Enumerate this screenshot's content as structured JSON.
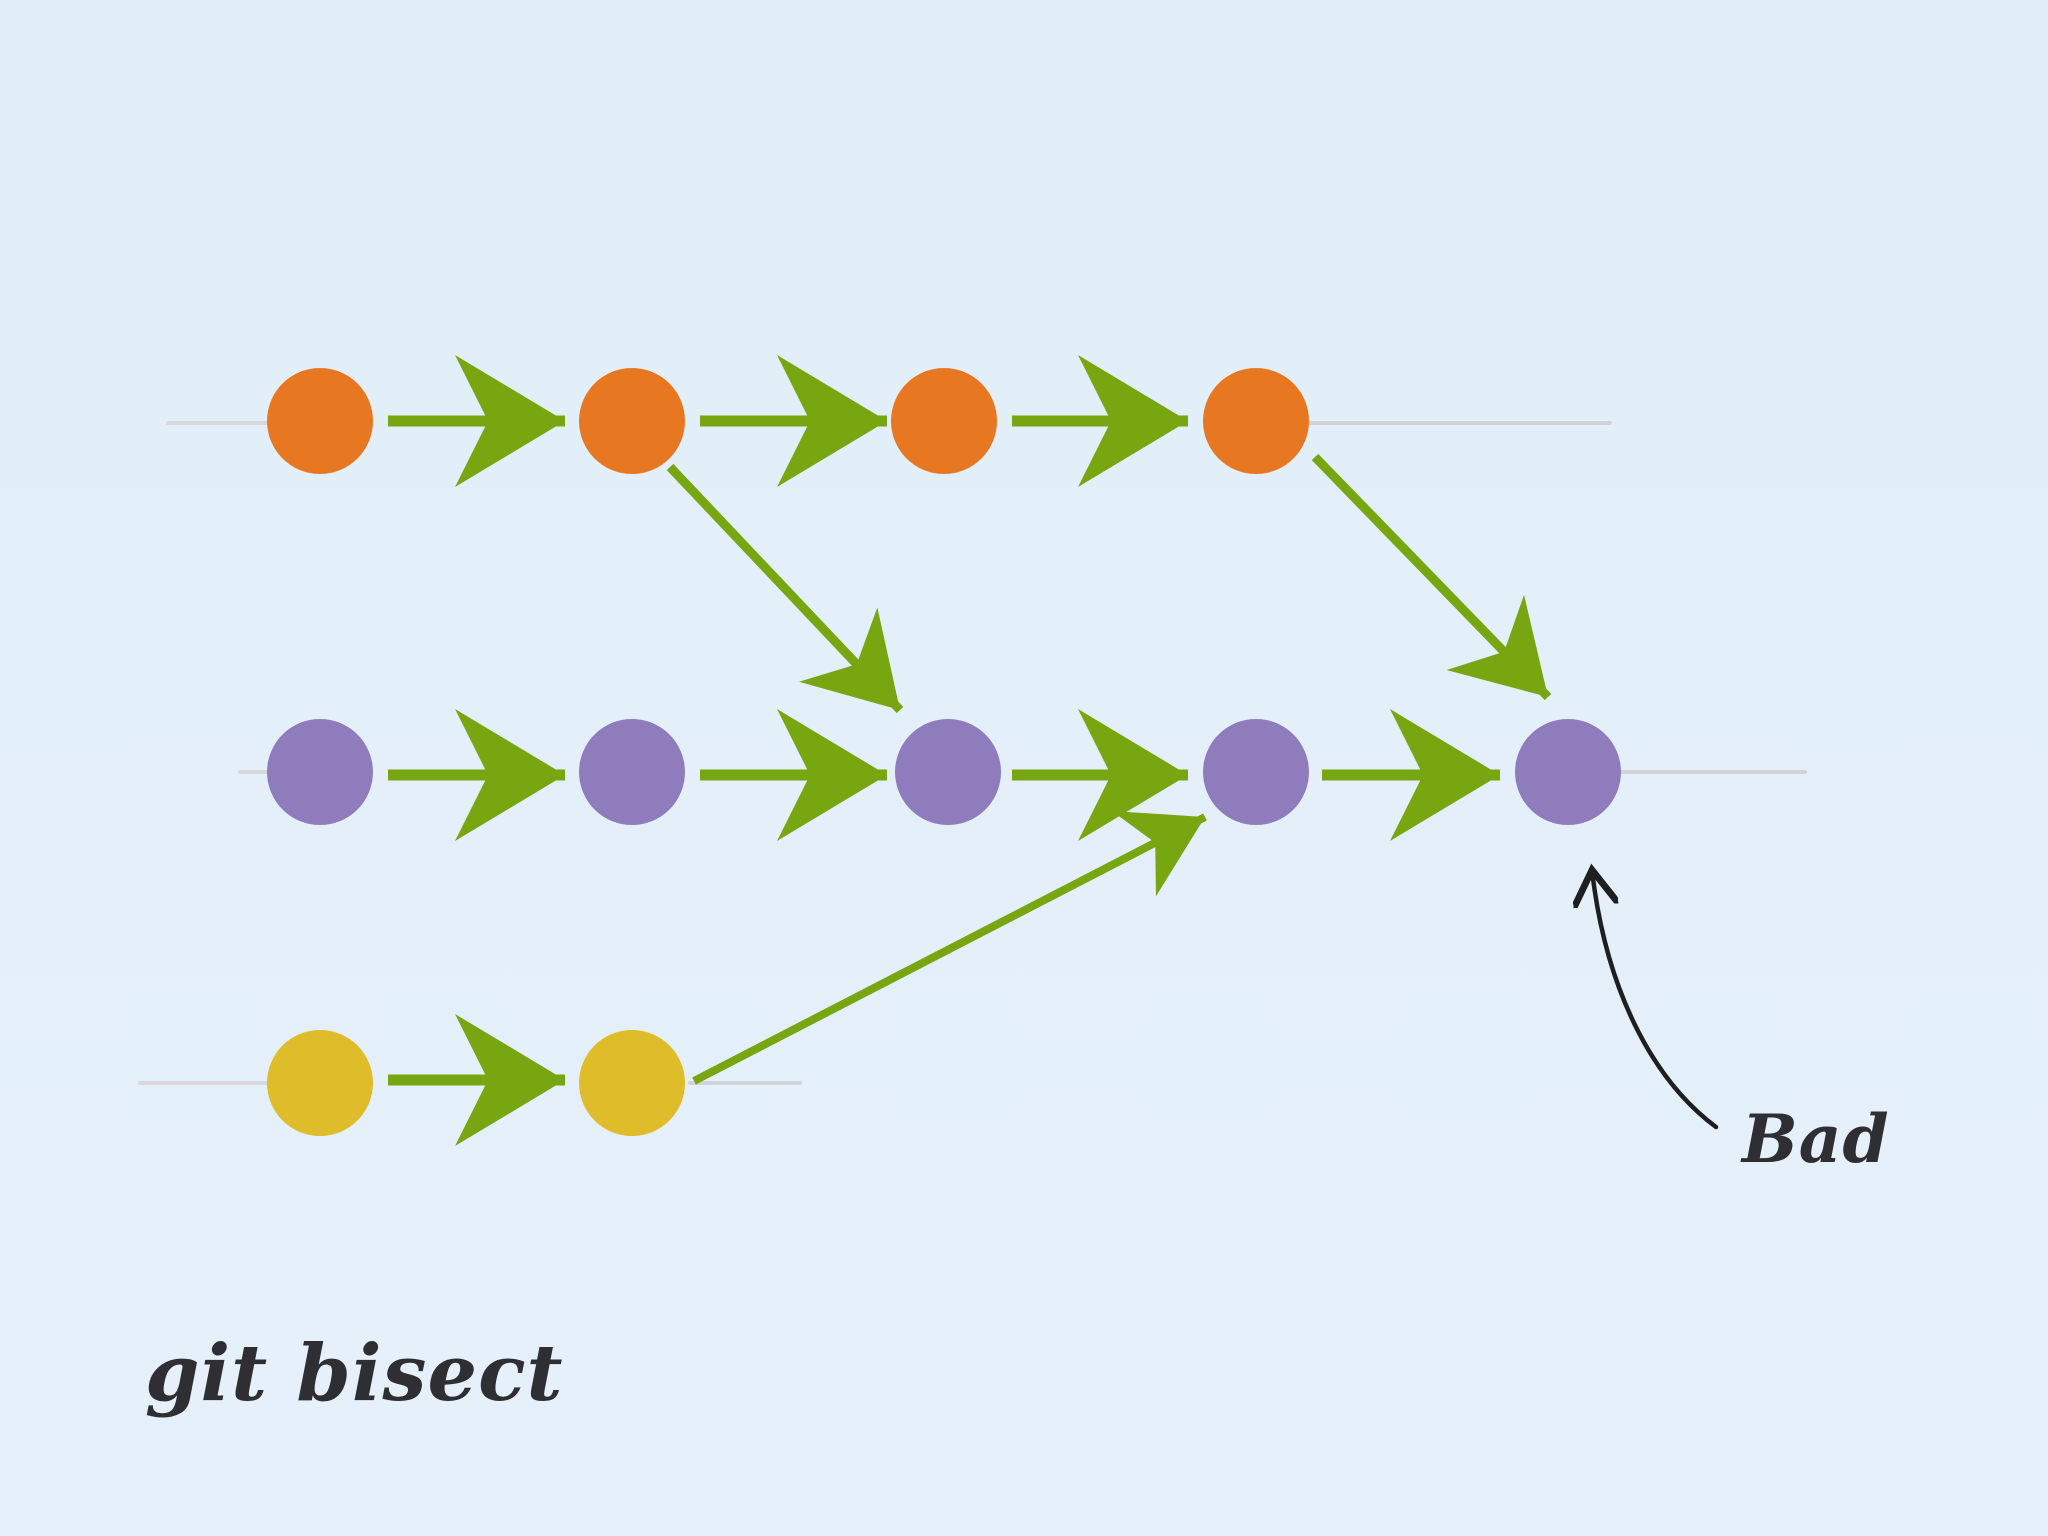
{
  "diagram": {
    "annotation": "Bad",
    "caption": "git bisect",
    "colors": {
      "background": "#e3eef9",
      "branch_top": "#e87722",
      "branch_middle": "#8f7cbc",
      "branch_bottom": "#dfbc2a",
      "arrow": "#77a611",
      "pointer": "#1f1f22"
    },
    "rows": [
      {
        "id": "top",
        "commit_count": 4
      },
      {
        "id": "middle",
        "commit_count": 5
      },
      {
        "id": "bottom",
        "commit_count": 2
      }
    ],
    "arrows": [
      {
        "from": "top-1",
        "to": "top-2"
      },
      {
        "from": "top-2",
        "to": "top-3"
      },
      {
        "from": "top-3",
        "to": "top-4"
      },
      {
        "from": "middle-1",
        "to": "middle-2"
      },
      {
        "from": "middle-2",
        "to": "middle-3"
      },
      {
        "from": "middle-3",
        "to": "middle-4"
      },
      {
        "from": "middle-4",
        "to": "middle-5"
      },
      {
        "from": "bottom-1",
        "to": "bottom-2"
      },
      {
        "from": "top-2",
        "to": "middle-3"
      },
      {
        "from": "top-4",
        "to": "middle-5"
      },
      {
        "from": "bottom-2",
        "to": "middle-4"
      }
    ]
  }
}
